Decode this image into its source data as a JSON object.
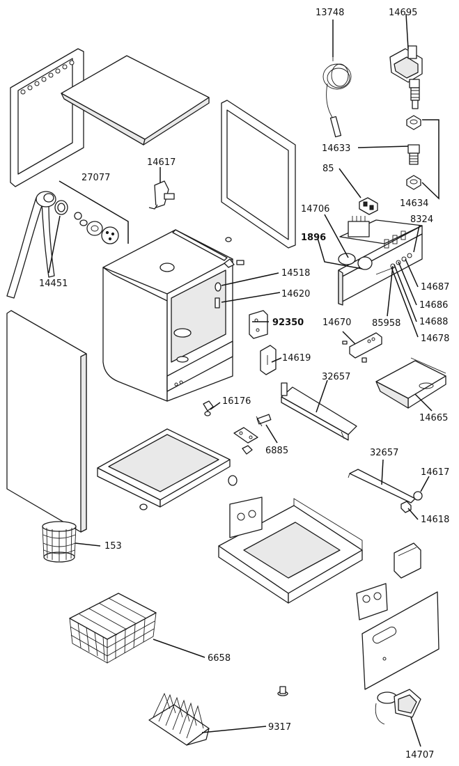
{
  "labels": {
    "p13748": "13748",
    "p14695": "14695",
    "p14633": "14633",
    "p85": "85",
    "p14634": "14634",
    "p14617_top": "14617",
    "p27077": "27077",
    "p14451": "14451",
    "p14706": "14706",
    "p8324": "8324",
    "p1896": "1896",
    "p14518": "14518",
    "p14620": "14620",
    "p14687": "14687",
    "p14686": "14686",
    "p14688": "14688",
    "p14678": "14678",
    "p85958": "85958",
    "p92350": "92350",
    "p14670": "14670",
    "p14619": "14619",
    "p32657_upper": "32657",
    "p16176": "16176",
    "p14665": "14665",
    "p6885": "6885",
    "p32657_lower": "32657",
    "p14617_lower": "14617",
    "p14618": "14618",
    "p153": "153",
    "p6658": "6658",
    "p9317": "9317",
    "p14707": "14707"
  }
}
